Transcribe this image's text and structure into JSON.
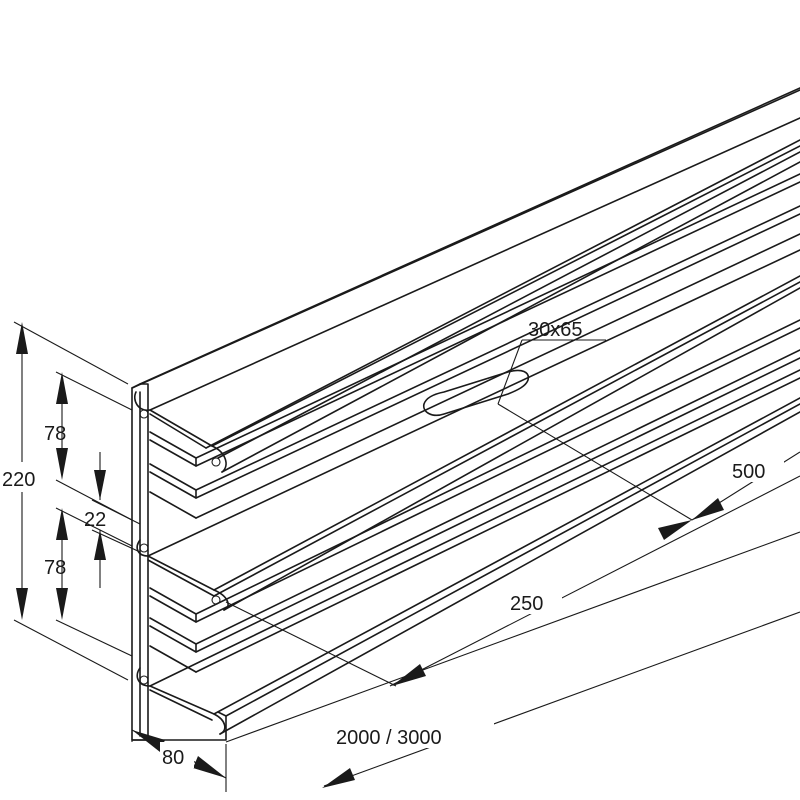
{
  "dimensions": {
    "total_height": "220",
    "upper_chamber": "78",
    "divider": "22",
    "lower_chamber": "78",
    "depth": "80",
    "length": "2000 / 3000",
    "spacing_a": "250",
    "spacing_b": "500",
    "cutout": "30x65"
  },
  "colors": {
    "line": "#1a1a1a",
    "background": "#ffffff"
  }
}
